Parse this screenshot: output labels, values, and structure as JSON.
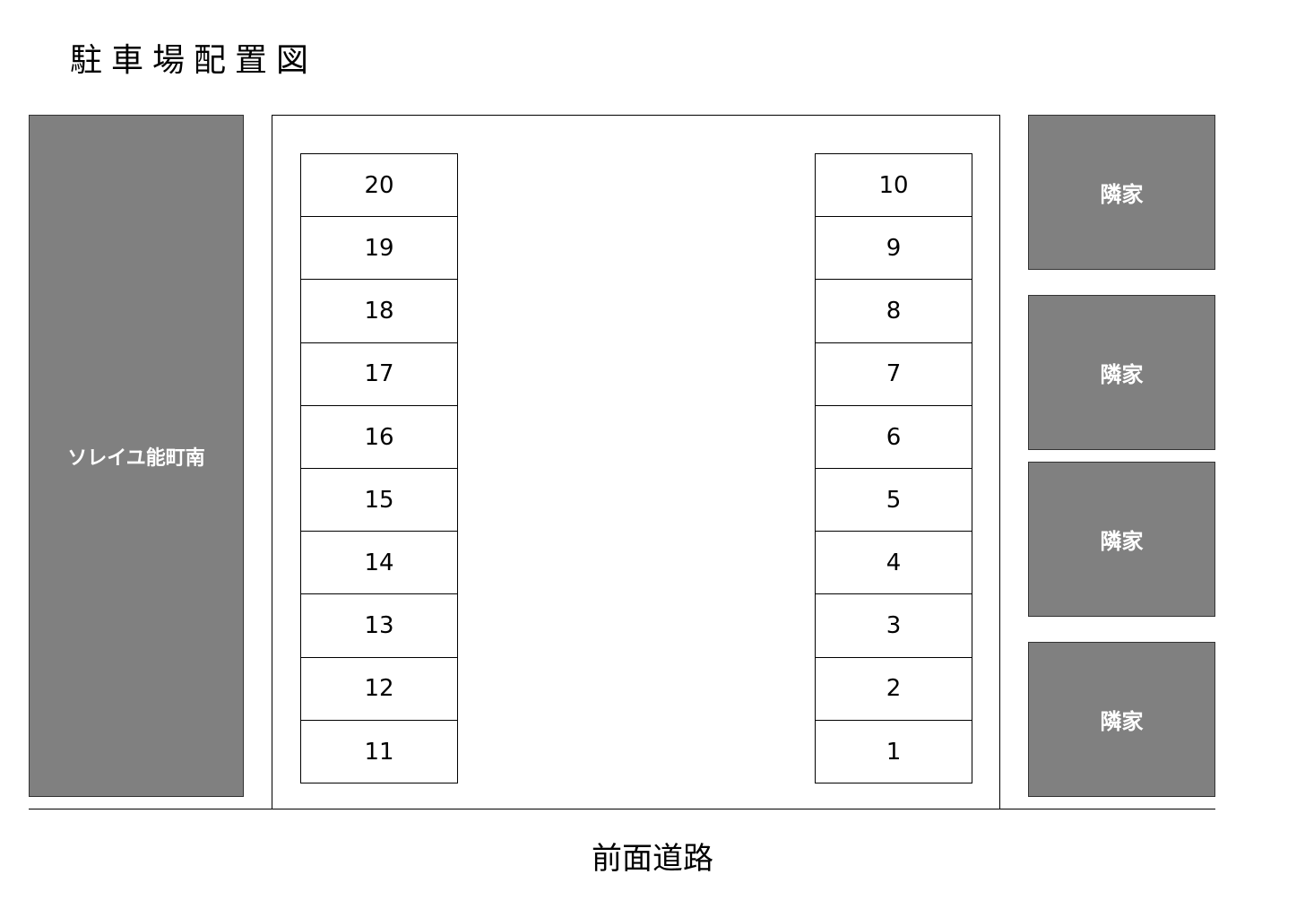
{
  "title": "駐車場配置図",
  "building": {
    "label": "ソレイユ能町南"
  },
  "left_column": [
    "20",
    "19",
    "18",
    "17",
    "16",
    "15",
    "14",
    "13",
    "12",
    "11"
  ],
  "right_column": [
    "10",
    "9",
    "8",
    "7",
    "6",
    "5",
    "4",
    "3",
    "2",
    "1"
  ],
  "neighbors": [
    "隣家",
    "隣家",
    "隣家",
    "隣家"
  ],
  "road": {
    "label": "前面道路"
  },
  "colors": {
    "building": "#808080",
    "line": "#000000"
  }
}
